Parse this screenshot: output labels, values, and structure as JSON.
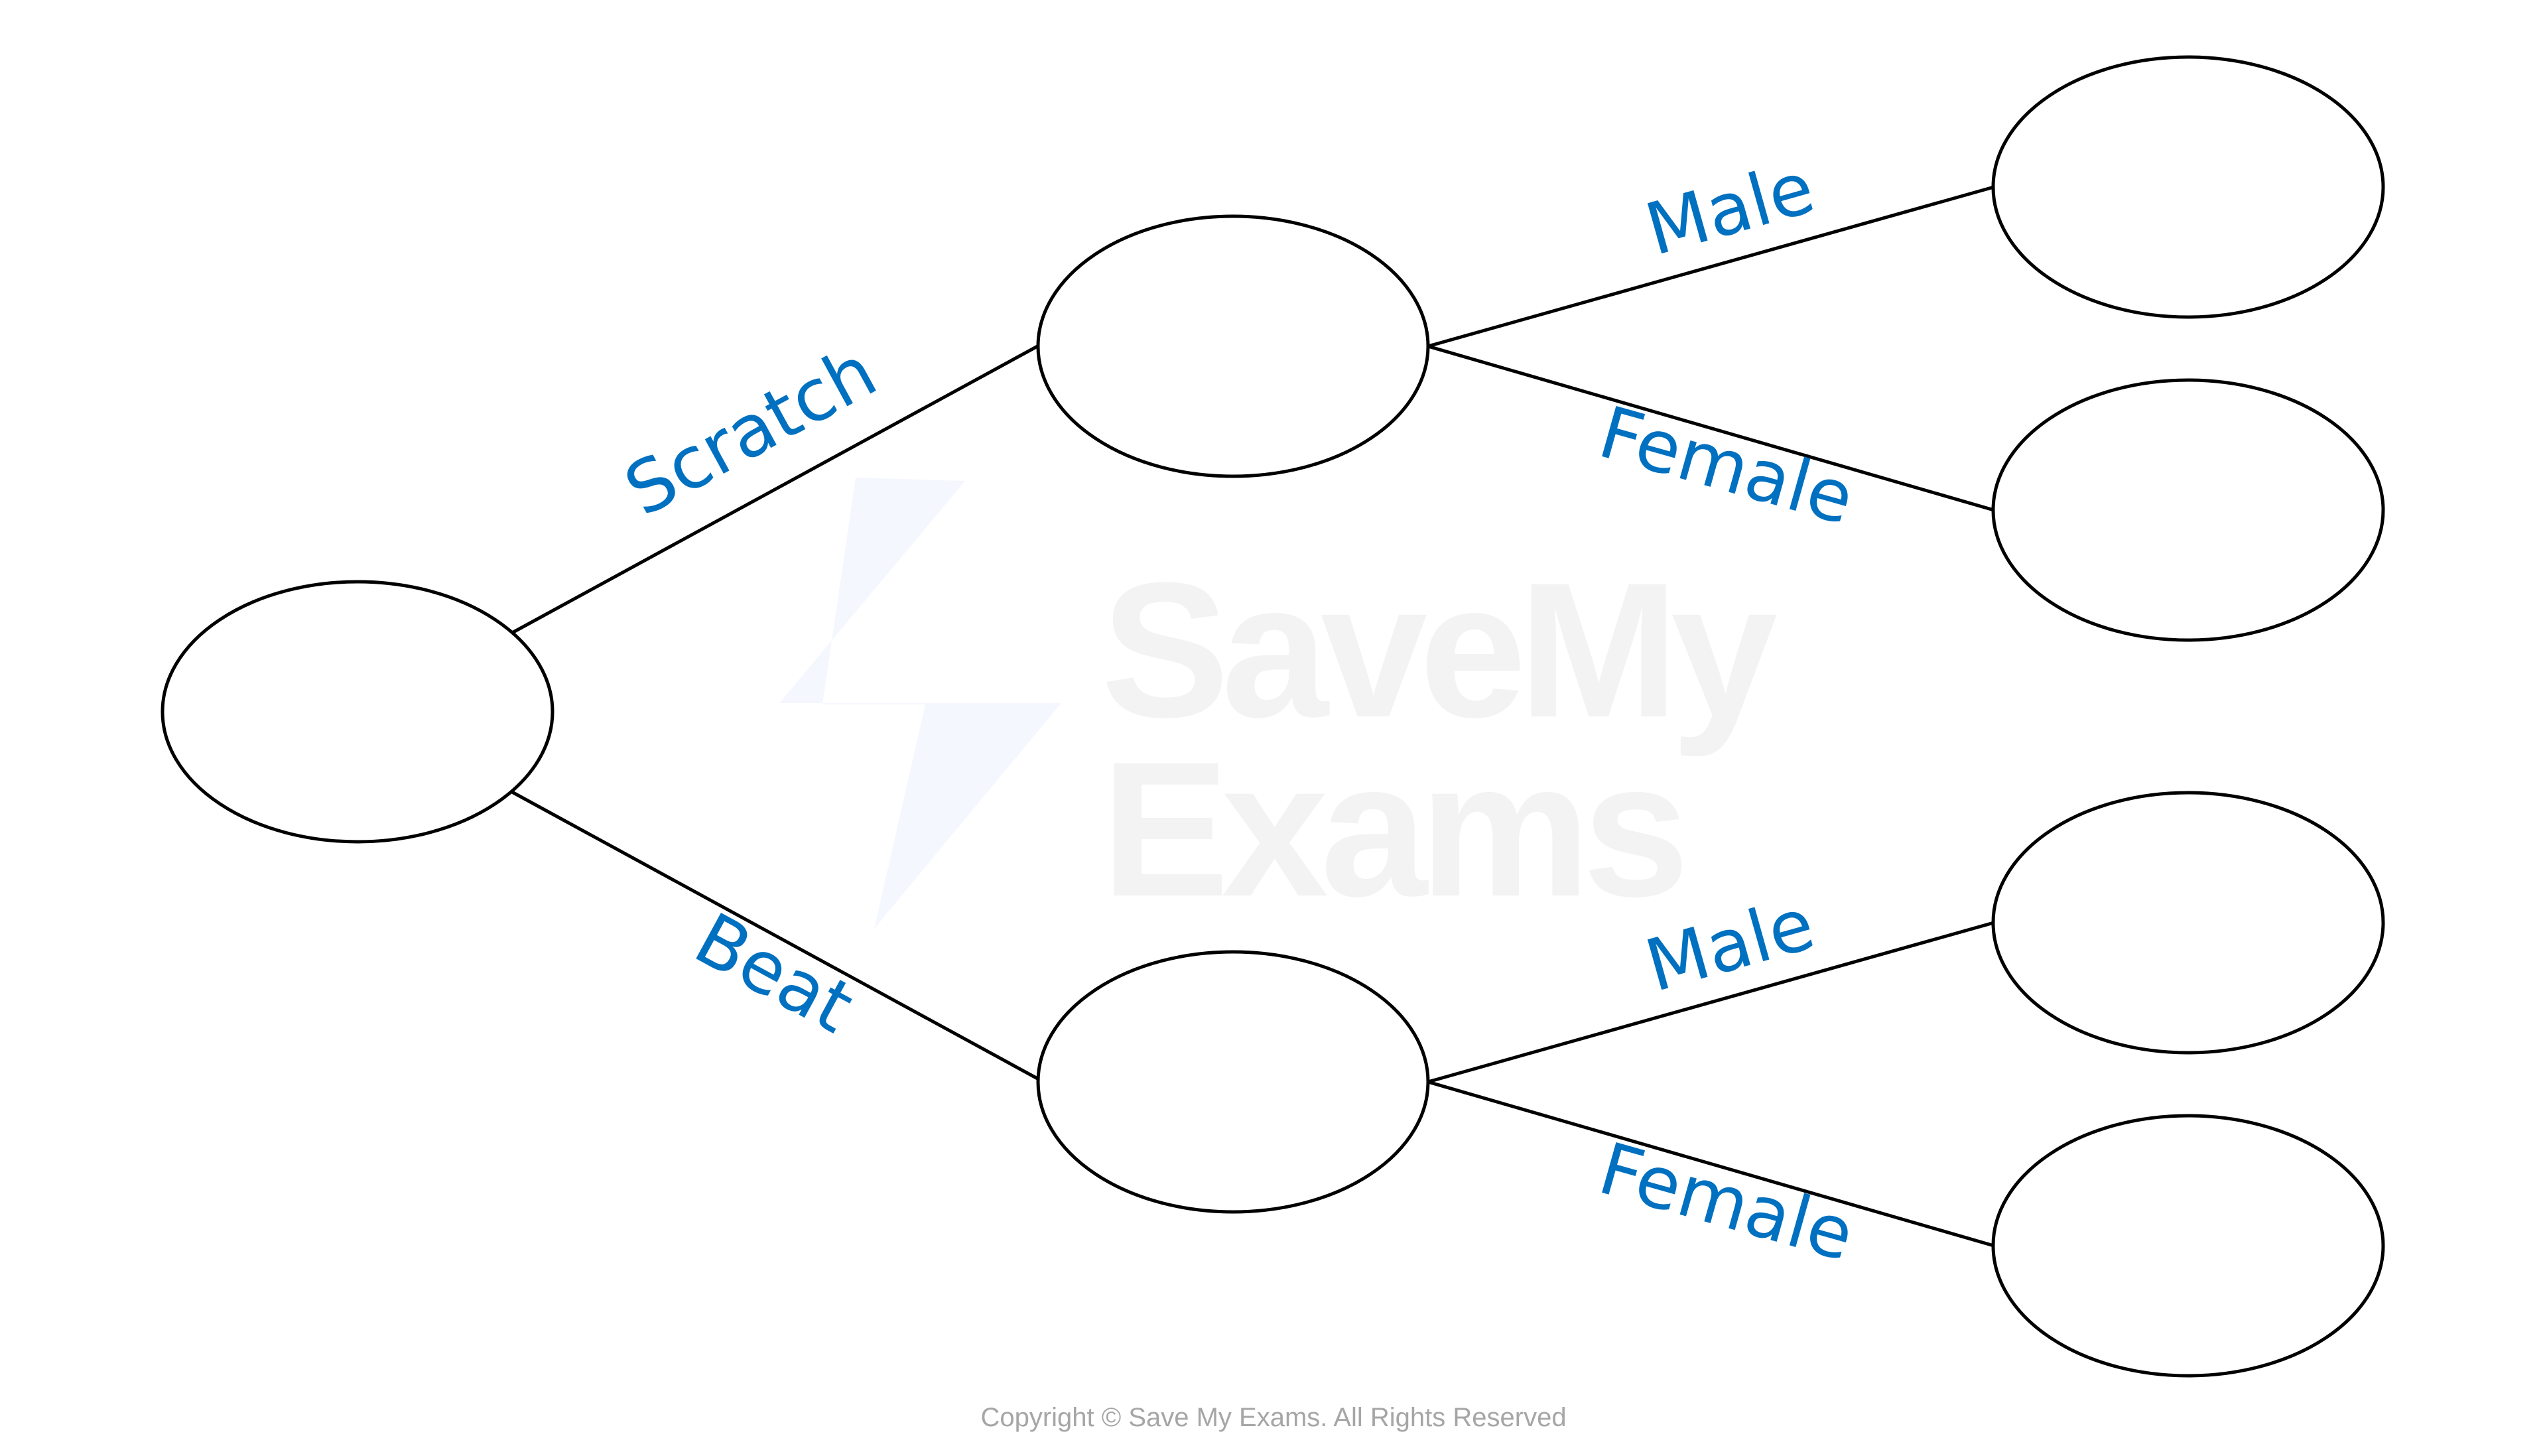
{
  "diagram": {
    "type": "tree-diagram",
    "title": "",
    "nodes": {
      "root": {
        "label": ""
      },
      "scratch": {
        "label": ""
      },
      "beat": {
        "label": ""
      },
      "scratch_male": {
        "label": ""
      },
      "scratch_female": {
        "label": ""
      },
      "beat_male": {
        "label": ""
      },
      "beat_female": {
        "label": ""
      }
    },
    "branches": [
      {
        "from": "root",
        "to": "scratch",
        "label": "Scratch"
      },
      {
        "from": "root",
        "to": "beat",
        "label": "Beat"
      },
      {
        "from": "scratch",
        "to": "scratch_male",
        "label": "Male"
      },
      {
        "from": "scratch",
        "to": "scratch_female",
        "label": "Female"
      },
      {
        "from": "beat",
        "to": "beat_male",
        "label": "Male"
      },
      {
        "from": "beat",
        "to": "beat_female",
        "label": "Female"
      }
    ],
    "colors": {
      "line": "#000000",
      "label": "#0070c0",
      "watermark_text": "#f3f3f3",
      "watermark_bolt": "#f4f7fd",
      "copyright": "#a6a6a6"
    }
  },
  "watermark": {
    "line1": "SaveMy",
    "line2": "Exams"
  },
  "footer": {
    "copyright": "Copyright © Save My Exams. All Rights Reserved"
  }
}
